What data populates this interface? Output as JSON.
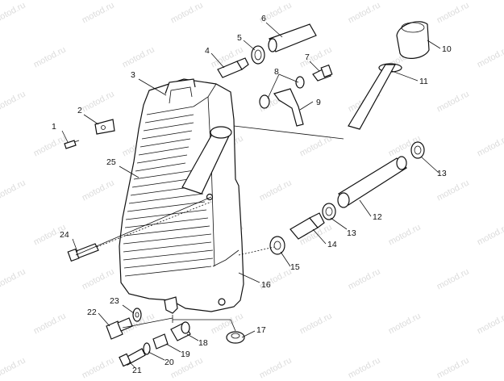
{
  "diagram": {
    "watermark": "motod.ru",
    "callouts": [
      "1",
      "2",
      "3",
      "4",
      "5",
      "6",
      "7",
      "8",
      "9",
      "10",
      "11",
      "12",
      "13",
      "13",
      "14",
      "15",
      "16",
      "17",
      "18",
      "19",
      "20",
      "21",
      "22",
      "23",
      "24",
      "25"
    ]
  }
}
